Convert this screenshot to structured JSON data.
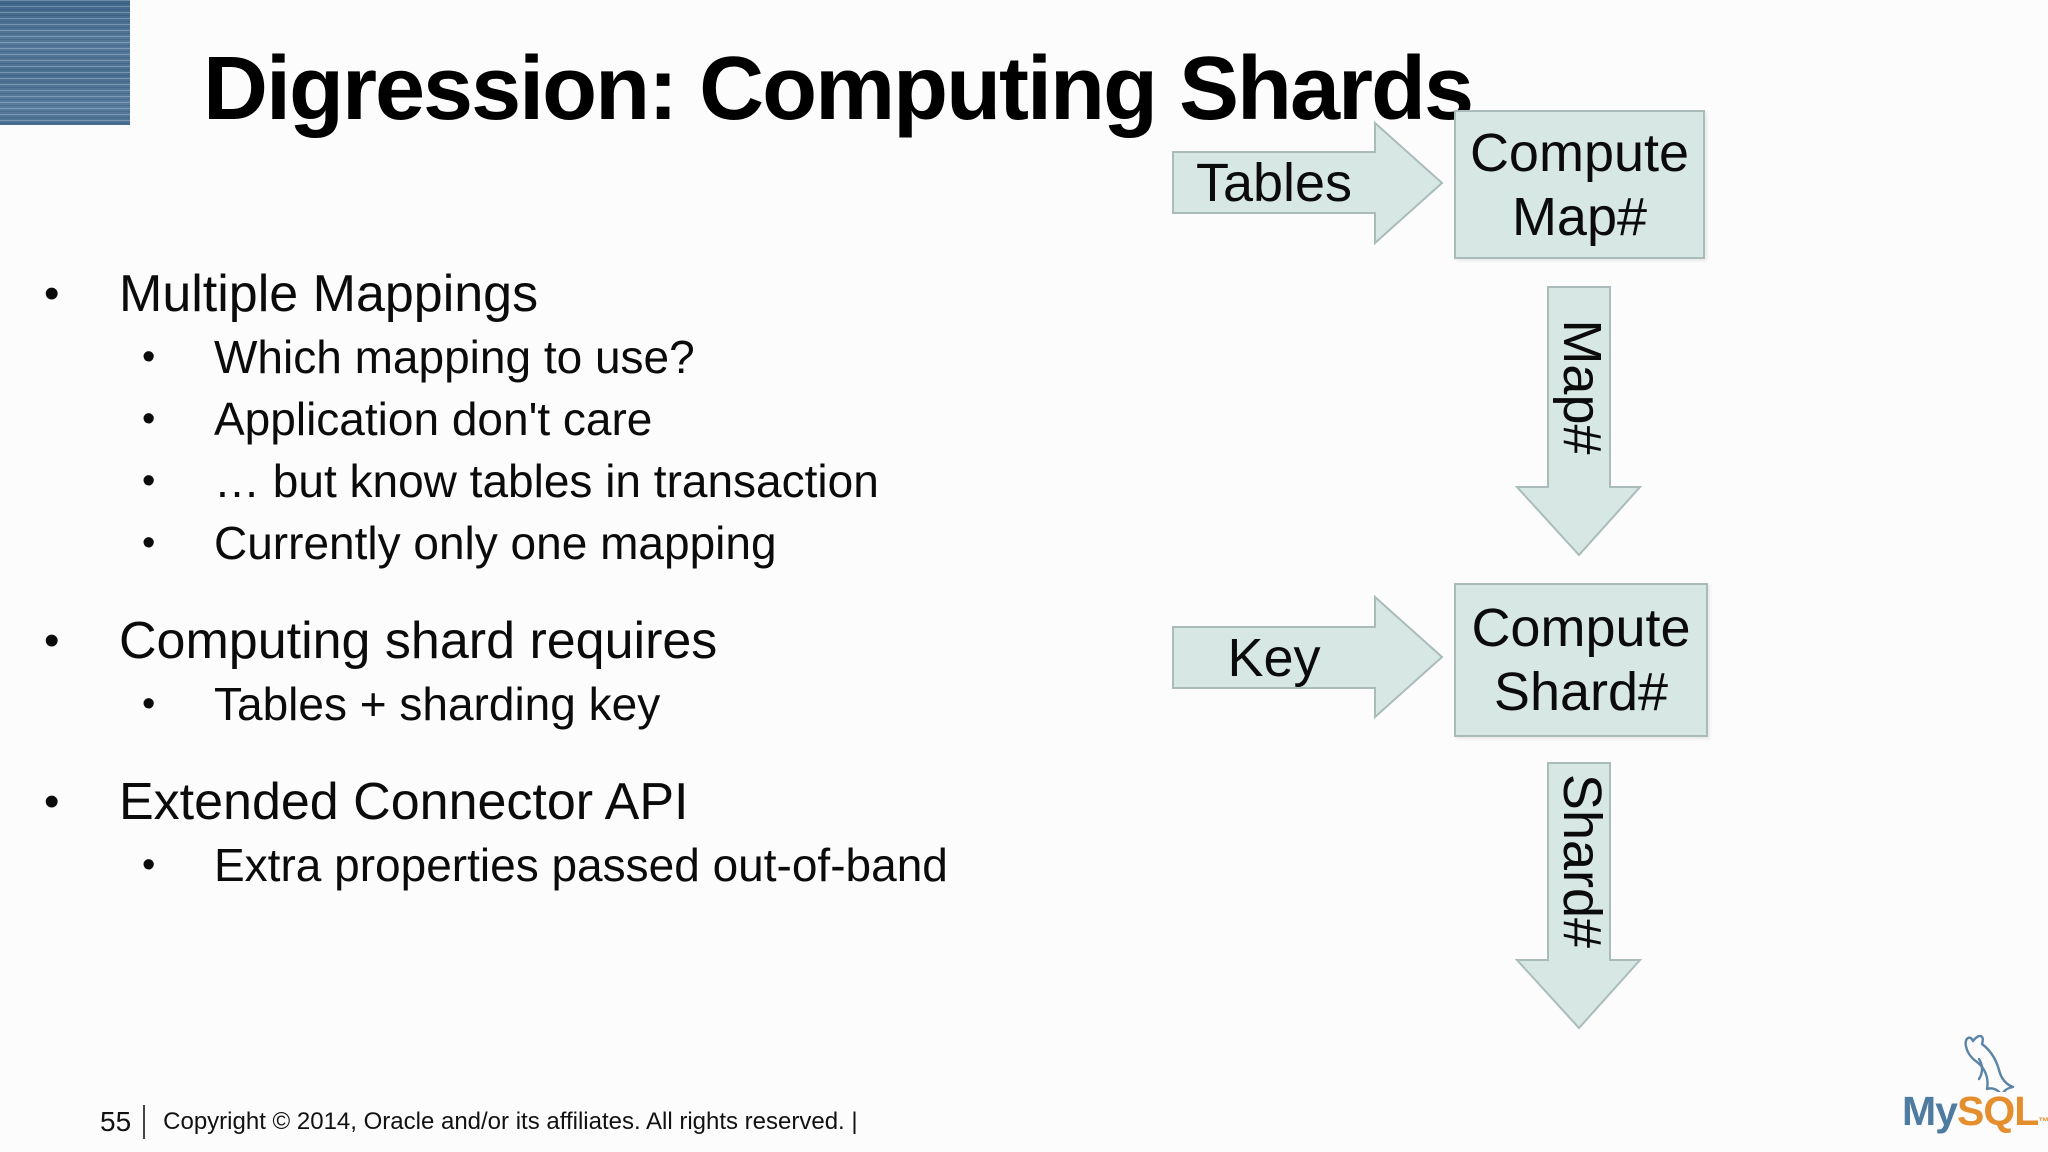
{
  "slide": {
    "title": "Digression: Computing Shards",
    "bullets": [
      {
        "label": "Multiple Mappings",
        "children": [
          "Which mapping to use?",
          "Application don't care",
          "… but know tables in transaction",
          "Currently only one mapping"
        ]
      },
      {
        "label": "Computing shard requires",
        "children": [
          "Tables + sharding key"
        ]
      },
      {
        "label": "Extended Connector API",
        "children": [
          "Extra properties passed out-of-band"
        ]
      }
    ],
    "bullet_glyph": "•"
  },
  "diagram": {
    "tables_arrow_label": "Tables",
    "key_arrow_label": "Key",
    "map_arrow_label": "Map#",
    "shard_arrow_label": "Shard#",
    "compute_map_box": {
      "line1": "Compute",
      "line2": "Map#"
    },
    "compute_shard_box": {
      "line1": "Compute",
      "line2": "Shard#"
    },
    "shape_fill_color": "#d7e7e4",
    "shape_border_color": "#a9bcba"
  },
  "footer": {
    "page_number": "55",
    "copyright_text": "Copyright © 2014, Oracle and/or its affiliates. All rights reserved. |"
  },
  "logo": {
    "name": "MySQL",
    "wordmark_part1": "My",
    "wordmark_part2": "SQL",
    "trademark": "™",
    "blue_color": "#4e7ba0",
    "orange_color": "#e48e2d"
  },
  "colors": {
    "background": "#fcfcfd",
    "title_text": "#000000",
    "body_text": "#0b0b0b",
    "corner_block_blue": "#4e7494"
  }
}
